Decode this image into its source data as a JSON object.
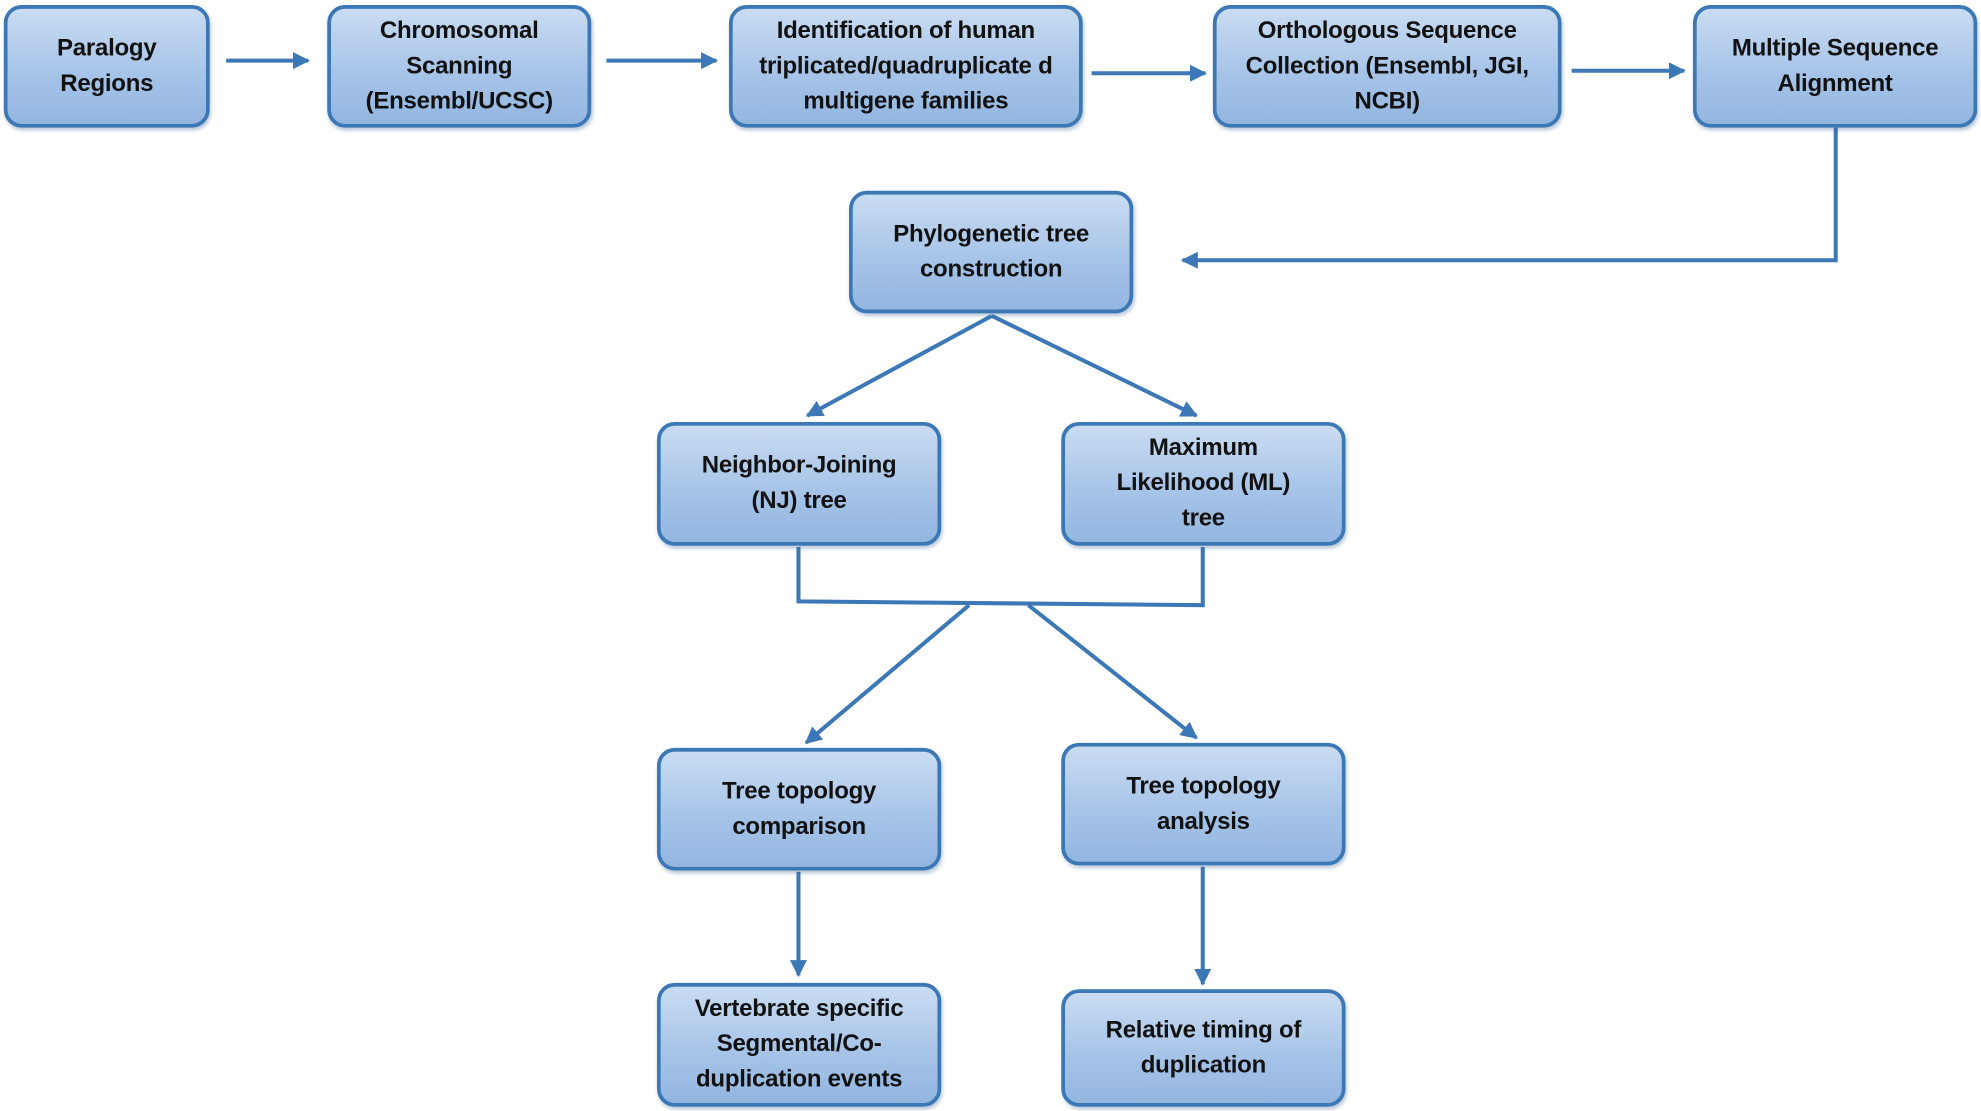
{
  "nodes": {
    "paralogy_regions": "Paralogy Regions",
    "chromosomal_scanning": "Chromosomal Scanning (Ensembl/UCSC)",
    "identification": "Identification of human triplicated/quadruplicate d multigene families",
    "orthologous_collection": "Orthologous Sequence Collection (Ensembl, JGI, NCBI)",
    "multiple_alignment": "Multiple Sequence Alignment",
    "phylogenetic_tree": "Phylogenetic tree construction",
    "nj_tree": "Neighbor-Joining (NJ) tree",
    "ml_tree": "Maximum Likelihood (ML) tree",
    "topology_comparison": "Tree topology comparison",
    "topology_analysis": "Tree topology analysis",
    "vertebrate_events": "Vertebrate specific Segmental/Co-duplication events",
    "relative_timing": "Relative timing of duplication"
  },
  "colors": {
    "box_border": "#3b78b5",
    "box_fill_top": "#c9dcf2",
    "box_fill_bottom": "#93b6e0",
    "connector": "#3b78b5",
    "text": "#111111"
  }
}
